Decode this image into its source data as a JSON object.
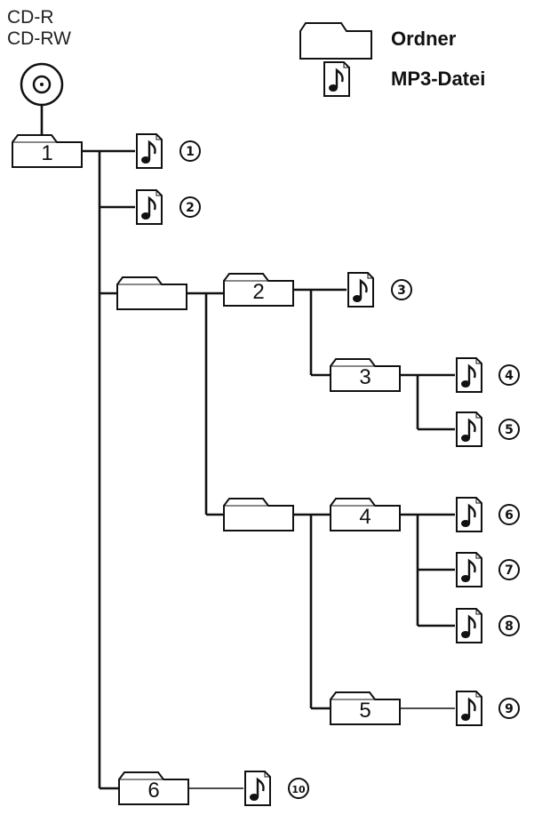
{
  "media": {
    "line1": "CD-R",
    "line2": "CD-RW",
    "icon": "disc-icon"
  },
  "legend": {
    "folder_label": "Ordner",
    "folder_icon": "folder-icon",
    "file_label": "MP3-Datei",
    "file_icon": "music-note-icon"
  },
  "folders": {
    "f1": "1",
    "f2": "2",
    "f3": "3",
    "f4": "4",
    "f5": "5",
    "f6": "6"
  },
  "files": {
    "n1": "1",
    "n2": "2",
    "n3": "3",
    "n4": "4",
    "n5": "5",
    "n6": "6",
    "n7": "7",
    "n8": "8",
    "n9": "9",
    "n10": "10"
  },
  "colors": {
    "line": "#111111",
    "fill": "#ffffff"
  }
}
